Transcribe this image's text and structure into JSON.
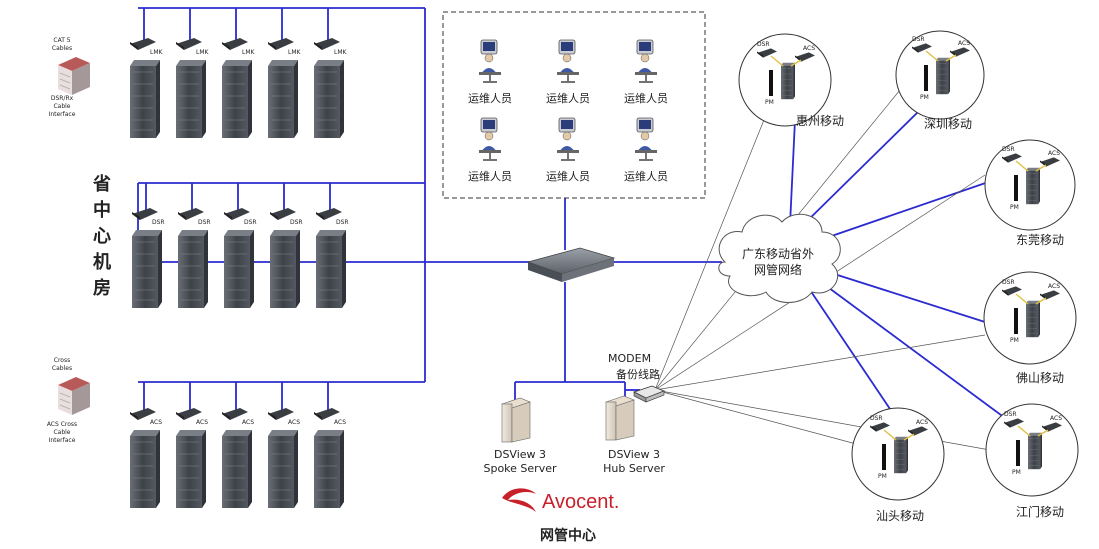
{
  "province_center_label": [
    "省",
    "中",
    "心",
    "机",
    "房"
  ],
  "rack_rows": [
    {
      "device_label": "LMK",
      "rack_count": 5
    },
    {
      "device_label": "DSR",
      "rack_count": 5
    },
    {
      "device_label": "ACS",
      "rack_count": 5
    }
  ],
  "cable_box_top": [
    "CAT 5",
    "Cables",
    "DSR/Rx",
    "Cable",
    "Interface"
  ],
  "cable_box_bottom": [
    "Cross",
    "Cables",
    "ACS Cross",
    "Cable",
    "Interface"
  ],
  "operator_label": "运维人员",
  "operator_count": 6,
  "modem": {
    "label": "MODEM",
    "sublabel": "备份线路"
  },
  "cloud_label": [
    "广东移动省外",
    "网管网络"
  ],
  "servers": [
    {
      "line1": "DSView 3",
      "line2": "Spoke Server"
    },
    {
      "line1": "DSView 3",
      "line2": "Hub Server"
    }
  ],
  "brand": "Avocent.",
  "mgmt_center": "网管中心",
  "sites": [
    {
      "name": "惠州移动"
    },
    {
      "name": "深圳移动"
    },
    {
      "name": "东莞移动"
    },
    {
      "name": "佛山移动"
    },
    {
      "name": "汕头移动"
    },
    {
      "name": "江门移动"
    }
  ],
  "site_device_labels": {
    "dsr": "DSR",
    "acs": "ACS",
    "pm": "PM"
  },
  "colors": {
    "network_line": "#2b2bd0",
    "backup_line": "#555555",
    "rack": "#4a4e55",
    "brand_red": "#c8202a"
  }
}
